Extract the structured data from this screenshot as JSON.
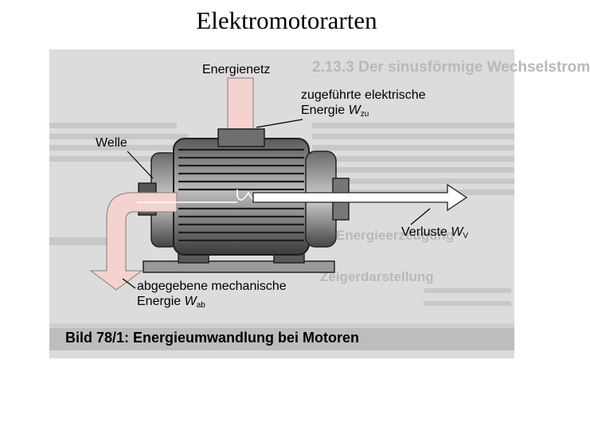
{
  "page": {
    "title": "Elektromotorarten"
  },
  "figure": {
    "labels": {
      "energienetz": "Energienetz",
      "zugefuehrt_line1": "zugeführte elektrische",
      "zugefuehrt_line2": "Energie",
      "w_zu_symbol": "W",
      "w_zu_sub": "zu",
      "welle": "Welle",
      "verluste": "Verluste",
      "w_v_symbol": "W",
      "w_v_sub": "V",
      "abgegeben_line1": "abgegebene mechanische",
      "abgegeben_line2": "Energie",
      "w_ab_symbol": "W",
      "w_ab_sub": "ab"
    },
    "caption": "Bild 78/1: Energieumwandlung bei Motoren",
    "background_text": {
      "heading": "2.13.3  Der sinusförmige Wechselstrom",
      "subheading": "Energieerzeugung",
      "zeiger": "Zeigerdarstellung"
    },
    "colors": {
      "energy_arrow": "#f3d2cf",
      "motor_dark": "#2e2e2e",
      "motor_mid": "#8a8a8a",
      "motor_light": "#d8d8d8",
      "base": "#9a9a9a"
    }
  }
}
